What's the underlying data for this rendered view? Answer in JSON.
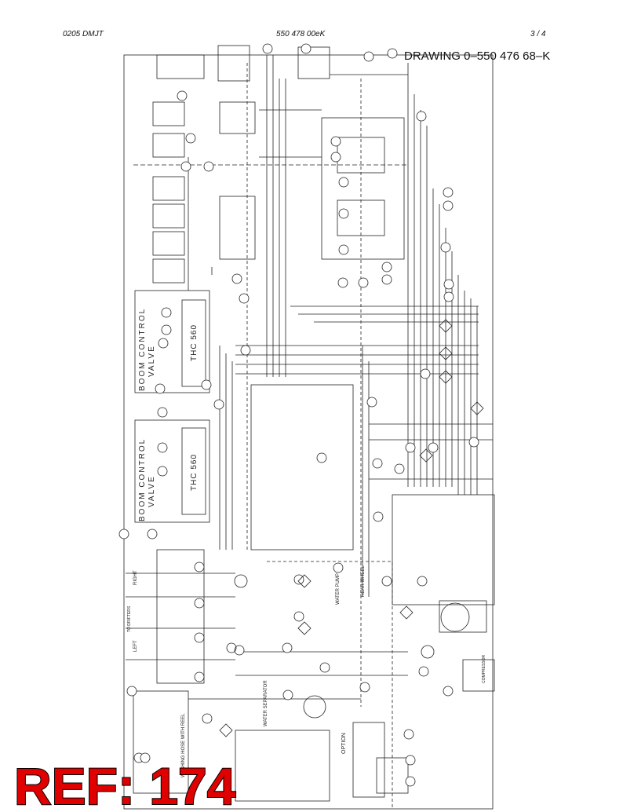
{
  "header": {
    "code": "0205 DMJT",
    "doc_number": "550 478 00eK",
    "page": "3 /   4"
  },
  "drawing": {
    "title": "DRAWING 0–550 476 68–K"
  },
  "labels": {
    "boom1": "BOOM CONTROL",
    "boom1b": "VALVE",
    "boom2": "BOOM CONTROL",
    "boom2b": "VALVE",
    "thc1": "THC 560",
    "thc2": "THC 560",
    "water_sep": "WATER SEPARATOR",
    "washing_hose": "WASHING HOSE WITH REEL",
    "option": "OPTION",
    "rear_wheel": "REAR WHEEL",
    "water_pump": "WATER PUMP",
    "compressor": "COMPRESSOR",
    "left": "LEFT",
    "right": "RIGHT",
    "to_drifters": "TO DRIFTERS"
  },
  "stamp": {
    "text": "REF: 174",
    "color": "#e00000",
    "outline": "#000000"
  }
}
